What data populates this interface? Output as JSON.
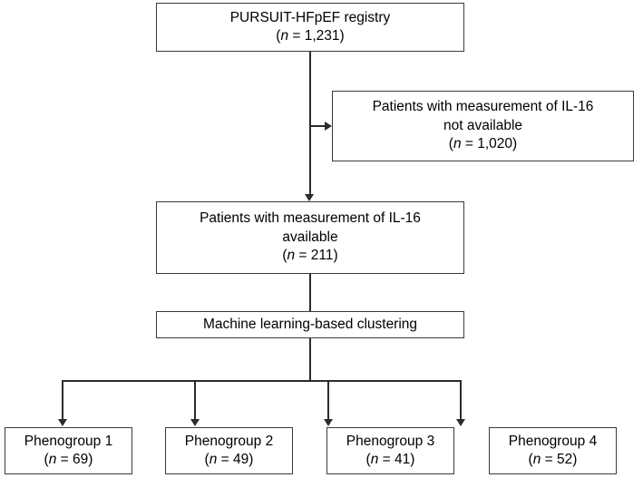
{
  "figure": {
    "type": "flowchart",
    "title": "PURSUIT-HFpEF registry patient flow and phenogroup clustering",
    "colors": {
      "box_border": "#3a3a3a",
      "connector": "#2b2b2b",
      "background": "#ffffff",
      "text": "#000000"
    }
  },
  "nodes": {
    "registry": {
      "label": "PURSUIT-HFpEF registry",
      "n_prefix": "(",
      "n_symbol": "n",
      "n_eq": " = ",
      "n_value": "1,231",
      "n_suffix": ")",
      "count_text": "(n = 1,231)"
    },
    "excluded": {
      "line1": "Patients with measurement of IL-16",
      "line2": "not available",
      "n_symbol": "n",
      "n_value": "1,020",
      "count_text": "(n = 1,020)"
    },
    "included": {
      "line1": "Patients with measurement of IL-16",
      "line2": "available",
      "n_symbol": "n",
      "n_value": "211",
      "count_text": "(n = 211)"
    },
    "clustering": {
      "label": "Machine learning-based clustering"
    },
    "phenogroups": [
      {
        "label": "Phenogroup 1",
        "n_symbol": "n",
        "n_value": "69",
        "count_text": "(n = 69)"
      },
      {
        "label": "Phenogroup 2",
        "n_symbol": "n",
        "n_value": "49",
        "count_text": "(n = 49)"
      },
      {
        "label": "Phenogroup 3",
        "n_symbol": "n",
        "n_value": "41",
        "count_text": "(n = 41)"
      },
      {
        "label": "Phenogroup 4",
        "n_symbol": "n",
        "n_value": "52",
        "count_text": "(n = 52)"
      }
    ]
  }
}
